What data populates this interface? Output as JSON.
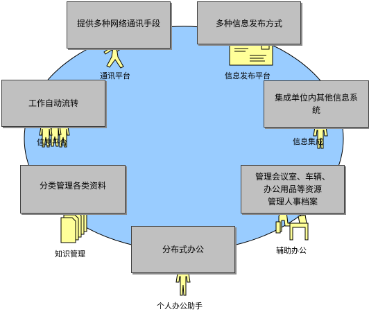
{
  "boxes": {
    "comm_means": "提供多种网络通讯手段",
    "publish_methods": "多种信息发布方式",
    "integrate_systems": "集成单位内其他信息系\n统",
    "workflow": "工作自动流转",
    "classify_docs": "分类管理各类资料",
    "resource_mgmt": "管理会议室、车辆、\n办公用品等资源\n管理人事档案",
    "distributed_office": "分布式办公"
  },
  "labels": {
    "comm_platform": "通讯平台",
    "publish_platform": "信息发布平台",
    "integration": "信息集成",
    "info_platform": "信息平台",
    "knowledge_mgmt": "知识管理",
    "office_assist": "辅助办公",
    "personal_assistant": "个人办公助手"
  },
  "colors": {
    "ellipse_fill": "#99ccff",
    "box_fill": "#c0c0c0",
    "figure_fill": "#ffff99"
  },
  "icons": [
    "messenger-figure-icon",
    "envelope-icon",
    "person-icon",
    "people-group-icon",
    "documents-stack-icon",
    "office-worker-icon",
    "person-icon"
  ]
}
